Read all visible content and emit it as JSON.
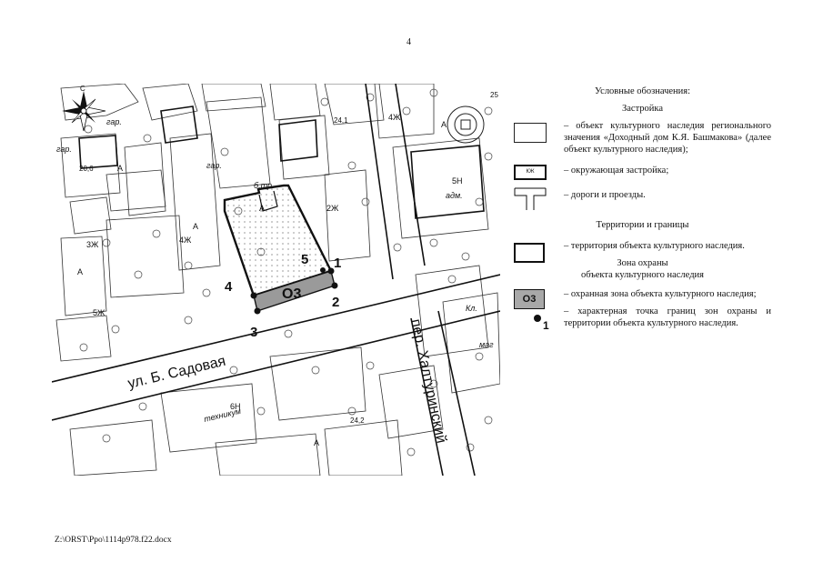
{
  "page_number": "4",
  "footer_path": "Z:\\ORST\\Ppo\\1114p978.f22.docx",
  "map": {
    "compass_label": "С",
    "street_sadovaya": "ул. Б. Садовая",
    "street_khalturinsky": "пер. Халтуринский",
    "zone_label": "О3",
    "points": [
      "1",
      "2",
      "3",
      "4",
      "5"
    ],
    "elevations": [
      "20,6",
      "24,1",
      "24,2",
      "25"
    ],
    "labels": {
      "gar": "гар.",
      "btr": "б.тр.",
      "adm": "адм.",
      "tekhnikum": "техникум",
      "mag": "маг",
      "kl": "Кл.",
      "a": "А",
      "n5": "5Н",
      "n6": "6Н",
      "zh4": "4Ж",
      "zh5": "5Ж",
      "zh2": "2Ж",
      "zh3": "3Ж"
    }
  },
  "legend": {
    "title": "Условные обозначения:",
    "section_buildings": "Застройка",
    "heritage_object": "– объект культурного наследия регионального значения «Доходный дом К.Я. Башмакова» (далее объект культурного наследия);",
    "surrounding_swatch_label": "КЖ",
    "surrounding": "– окружающая застройка;",
    "roads": "– дороги и проезды.",
    "section_territories": "Территории и границы",
    "territory": "– территория объекта культурного наследия.",
    "section_zone_line1": "Зона охраны",
    "section_zone_line2": "объекта культурного наследия",
    "zone_swatch_label": "О3",
    "zone": "– охранная зона объекта культурного наследия;",
    "point_swatch_label": "1",
    "point": "– характерная точка границ зон охраны и территории объекта культурного наследия."
  },
  "colors": {
    "zone_fill": "#9a9a9a",
    "legend_zone_fill": "#a8a8a8",
    "line": "#111111"
  }
}
